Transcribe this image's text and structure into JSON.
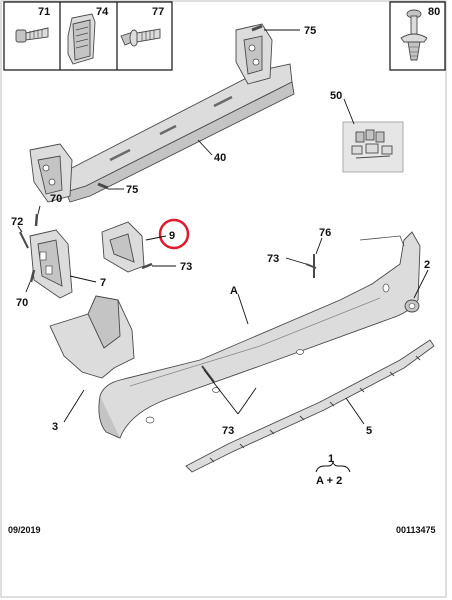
{
  "header_parts": {
    "screw": "71",
    "clip_nut": "74",
    "bolt": "77",
    "rivet": "80"
  },
  "callouts": {
    "reinforcement": "40",
    "reinforcement_screw_top": "75",
    "reinforcement_screw_bottom": "75",
    "connector_kit": "50",
    "bracket_left_screw": "70",
    "bracket_left_rivet": "72",
    "bracket_left": "7",
    "bracket_left_clip": "70",
    "guide_bracket": "9",
    "guide_bracket_clip": "73",
    "bumper_clip_upper": "73",
    "bumper_clip_76": "76",
    "bumper_cover": "A",
    "sensor_cap": "2",
    "corner_cover": "3",
    "lower_clip": "73",
    "trim_strip": "5"
  },
  "assembly_note": {
    "number": "1",
    "formula": "A + 2"
  },
  "footer": {
    "date": "09/2019",
    "reference": "00113475"
  },
  "colors": {
    "highlight": "#e0192b",
    "part_fill": "#dcdcdc",
    "outline": "#4a4a4a"
  },
  "highlighted_part": "9"
}
